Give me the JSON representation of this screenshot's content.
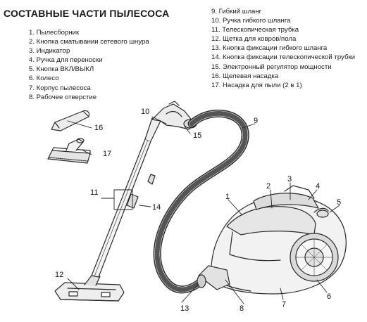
{
  "title": "СОСТАВНЫЕ ЧАСТИ ПЫЛЕСОСА",
  "parts_left": [
    "1. Пылесборник",
    "2. Кнопка сматывании сетевого шнура",
    "3. Индикатор",
    "4. Ручка для переноски",
    "5. Кнопка ВКЛ/ВЫКЛ",
    "6. Колесо",
    "7. Корпус пылесоса",
    "8. Рабочее отверстие"
  ],
  "parts_right": [
    "9. Гибкий шланг",
    "10. Ручка гибкого шланга",
    "11. Телескопическая трубка",
    "12. Щетка для ковров/пола",
    "13. Кнопка фиксации гибкого шланга",
    "14. Кнопка фиксации телескопической трубки",
    "15. Электронный регулятор мощности",
    "16. Щелевая насадка",
    "17. Насадка для пыли (2 в 1)"
  ],
  "callouts": [
    "1",
    "2",
    "3",
    "4",
    "5",
    "6",
    "7",
    "8",
    "9",
    "10",
    "11",
    "12",
    "13",
    "14",
    "15",
    "16",
    "17"
  ]
}
